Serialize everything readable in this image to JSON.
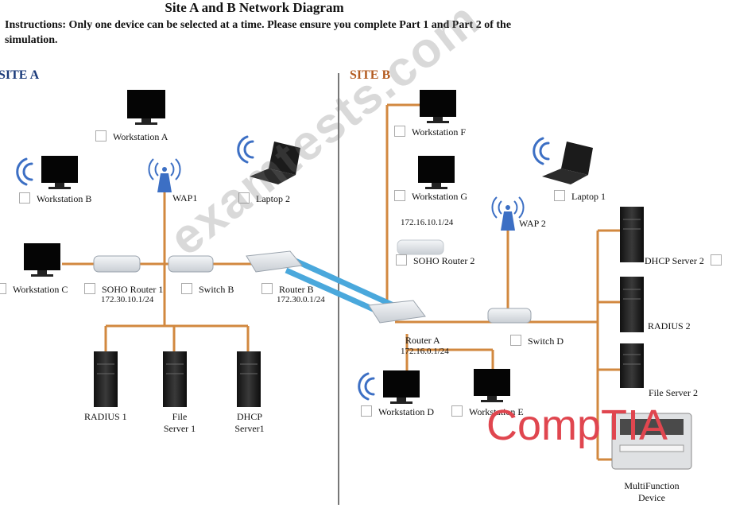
{
  "header": {
    "title": "Site A and B Network Diagram",
    "instructions": "Instructions: Only one device can be selected at a time. Please ensure you complete Part 1 and Part 2 of the simulation."
  },
  "sites": {
    "a": "SITE A",
    "b": "SITE B"
  },
  "devices": {
    "workstation_a": "Workstation A",
    "workstation_b": "Workstation B",
    "workstation_c": "Workstation C",
    "wap1": "WAP1",
    "laptop2": "Laptop 2",
    "soho_router1": "SOHO Router 1",
    "soho_router1_ip": "172.30.10.1/24",
    "switch_b": "Switch B",
    "router_b": "Router B",
    "router_b_ip": "172.30.0.1/24",
    "radius1": "RADIUS 1",
    "file_server1_l1": "File",
    "file_server1_l2": "Server 1",
    "dhcp_server1_l1": "DHCP",
    "dhcp_server1_l2": "Server1",
    "workstation_f": "Workstation F",
    "workstation_g": "Workstation G",
    "workstation_g_ip": "172.16.10.1/24",
    "laptop1": "Laptop 1",
    "wap2": "WAP 2",
    "soho_router2": "SOHO Router 2",
    "dhcp_server2": "DHCP Server 2",
    "radius2": "RADIUS 2",
    "router_a": "Router A",
    "router_a_ip": "172.16.0.1/24",
    "switch_d": "Switch D",
    "file_server2": "File Server 2",
    "workstation_d": "Workstation D",
    "workstation_e": "Workstation E",
    "mfd_l1": "MultiFunction",
    "mfd_l2": "Device"
  },
  "watermark": "examtests.com",
  "logo": "CompTIA",
  "colors": {
    "link": "#d2883f",
    "wan_link": "#4aa8dc",
    "divider": "#777777",
    "wireless": "#3c6fc4"
  }
}
